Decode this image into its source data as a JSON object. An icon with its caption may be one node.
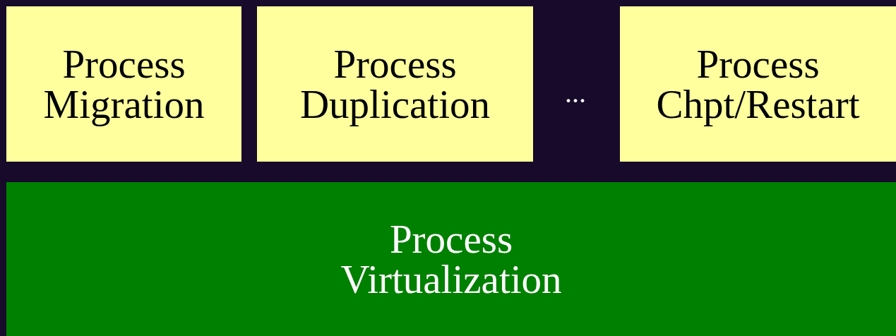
{
  "diagram": {
    "nodes": [
      {
        "text": [
          "Process Migration"
        ]
      },
      {
        "text": [
          "Process Duplication"
        ]
      },
      {
        "text": [
          "Process Chpt/Restart"
        ]
      },
      {
        "text": [
          "Process Virtualization"
        ]
      }
    ],
    "labels": [
      "..."
    ]
  }
}
